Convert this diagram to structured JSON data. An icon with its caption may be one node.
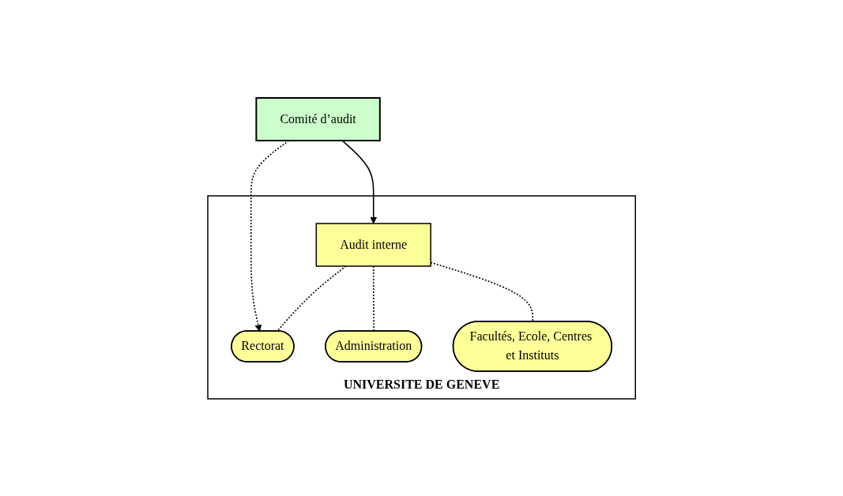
{
  "diagram": {
    "nodes": [
      {
        "text": [
          "Comité d’audit"
        ]
      },
      {
        "text": [
          "UNIVERSITE DE GENEVE"
        ]
      },
      {
        "text": [
          "Audit interne"
        ],
        "in": 1
      },
      {
        "text": [
          "Rectorat"
        ],
        "in": 1
      },
      {
        "text": [
          "Administration"
        ],
        "in": 1
      },
      {
        "text": [
          "Facultés, Ecole, Centres et Instituts"
        ],
        "in": 1
      }
    ],
    "edges": [
      {
        "from": 0,
        "to": 2,
        "arrow": "to"
      },
      {
        "from": 0,
        "to": 3,
        "arrow": "to",
        "style": "dashed"
      },
      {
        "from": 2,
        "to": 3,
        "arrow": "none",
        "style": "dashed"
      },
      {
        "from": 2,
        "to": 4,
        "arrow": "none",
        "style": "dashed"
      },
      {
        "from": 2,
        "to": 5,
        "arrow": "none",
        "style": "dashed"
      }
    ]
  }
}
